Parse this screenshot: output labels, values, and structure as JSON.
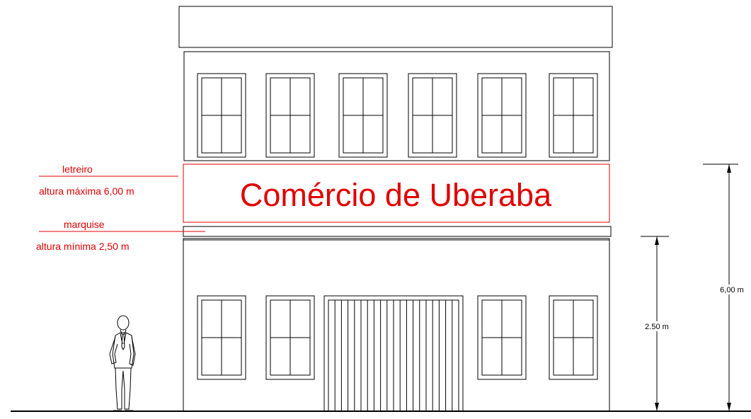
{
  "drawing": {
    "sign_text": "Comércio de Uberaba",
    "annotations": {
      "sign_label": "letreiro",
      "sign_height_note": "altura máxima 6,00 m",
      "canopy_label": "marquise",
      "canopy_height_note": "altura mínima 2,50 m"
    },
    "dimensions": {
      "canopy_height": "2.50 m",
      "sign_height": "6,00 m"
    },
    "colors": {
      "annotation": "#e00000",
      "linework": "#000000"
    }
  }
}
